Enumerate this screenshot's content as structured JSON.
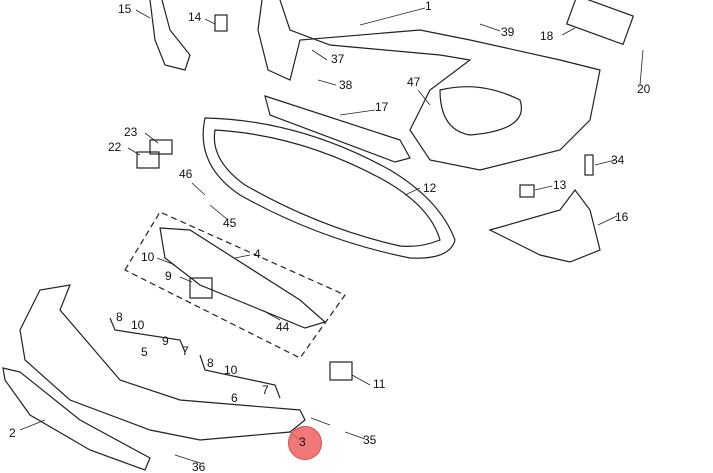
{
  "diagram": {
    "callouts": [
      "15",
      "14",
      "1",
      "39",
      "18",
      "37",
      "38",
      "47",
      "20",
      "17",
      "23",
      "22",
      "34",
      "12",
      "13",
      "46",
      "45",
      "16",
      "4",
      "10",
      "9",
      "8",
      "10",
      "44",
      "9",
      "7",
      "5",
      "8",
      "10",
      "7",
      "11",
      "6",
      "2",
      "3",
      "35",
      "36"
    ],
    "highlighted_callout": "3",
    "highlight_color": "#ec5656"
  }
}
